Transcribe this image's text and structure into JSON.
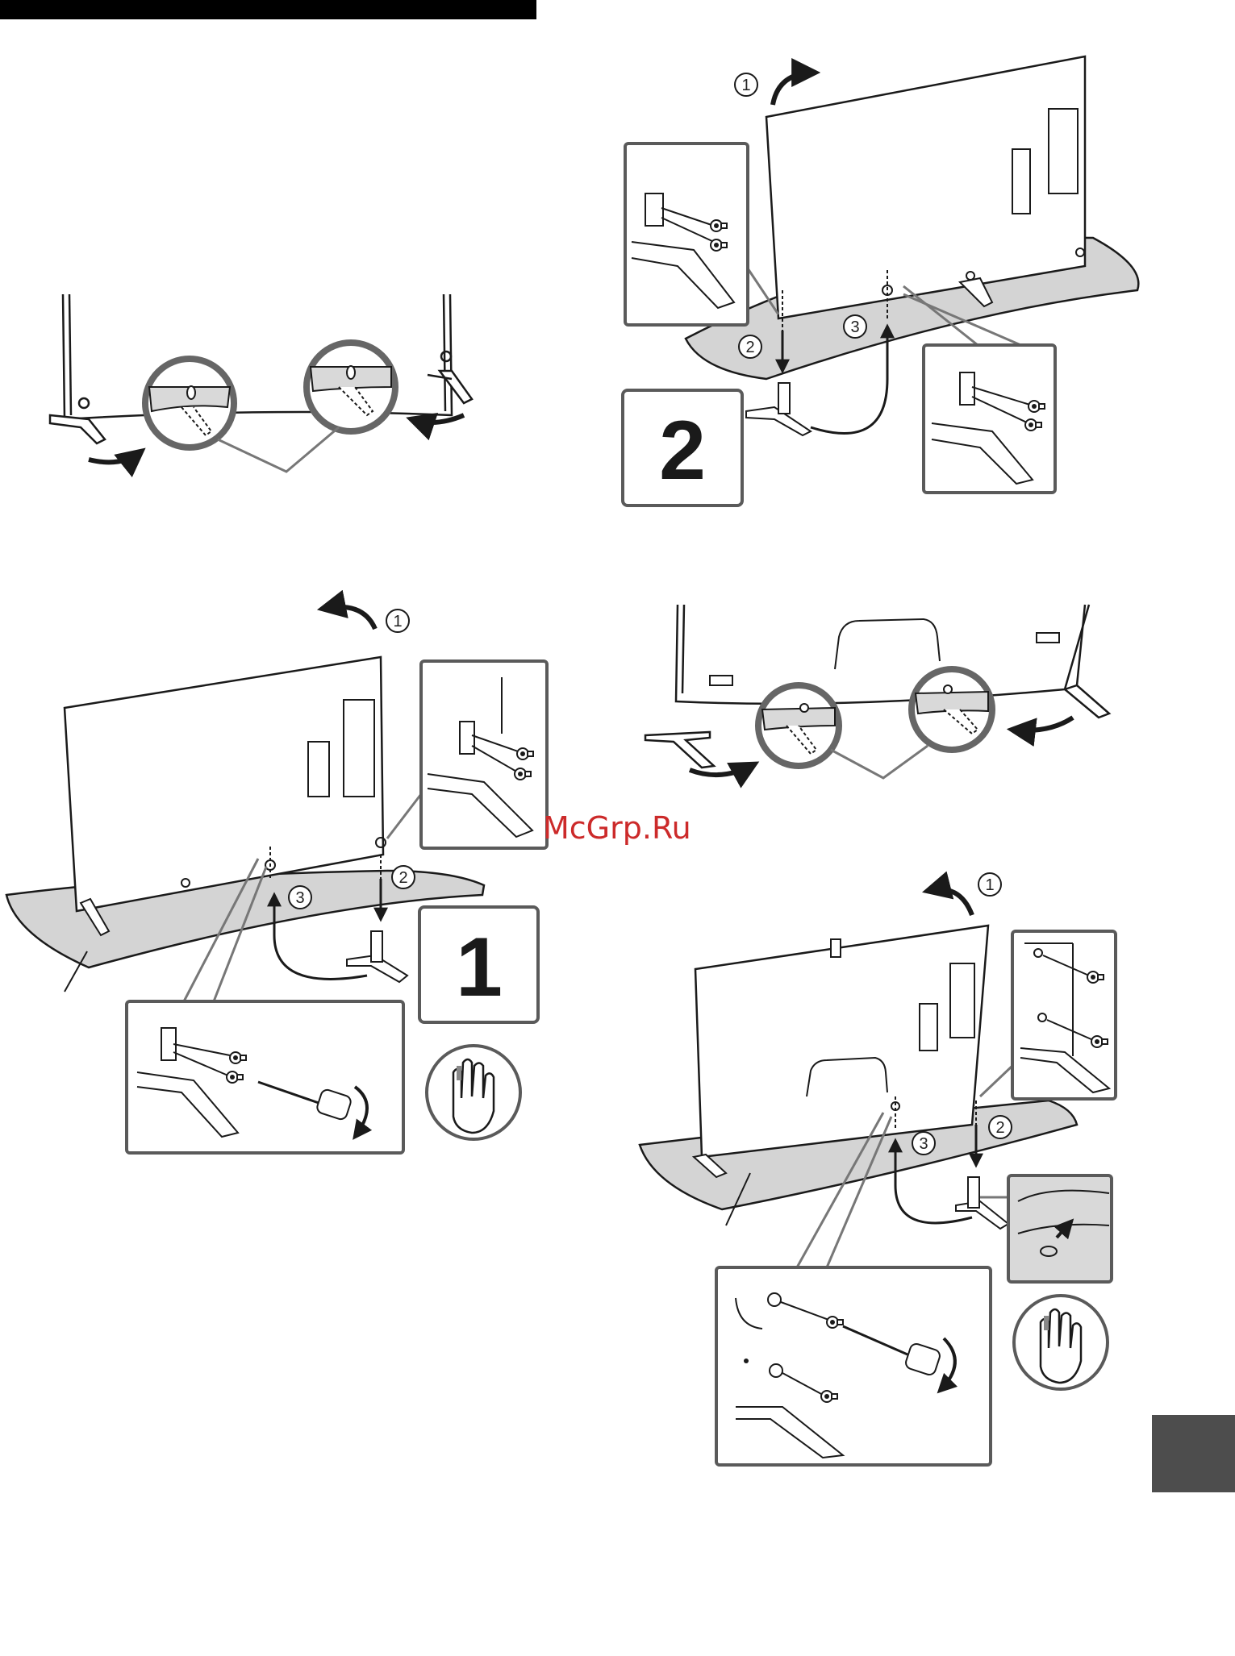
{
  "header_bar": {
    "color": "#000000"
  },
  "watermark": {
    "text": "McGrp.Ru",
    "color": "#cc2a2a"
  },
  "steps": {
    "step1_number": "1",
    "step2_number": "2"
  },
  "callouts": {
    "one": "1",
    "two": "2",
    "three": "3"
  },
  "icons": {
    "hand": "hand-caution-icon",
    "screwdriver": "screwdriver-icon",
    "screw": "screw-icon"
  },
  "page_tab": {
    "color": "#4d4d4d"
  },
  "colors": {
    "line": "#1a1a1a",
    "box": "#5a5a5a",
    "shade": "#d9d9d9",
    "table": "#cfcfcf"
  }
}
